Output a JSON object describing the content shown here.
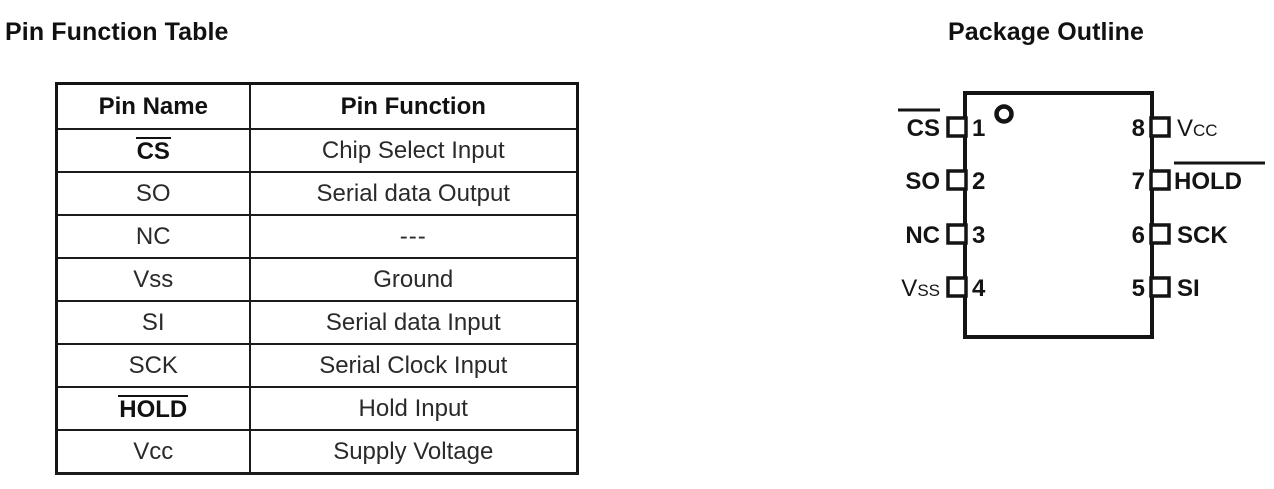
{
  "titles": {
    "pin_function_table": "Pin Function Table",
    "package_outline": "Package Outline"
  },
  "table": {
    "headers": {
      "pin_name": "Pin Name",
      "pin_function": "Pin Function"
    },
    "rows": [
      {
        "name": "CS",
        "overline": true,
        "bold": true,
        "function": "Chip Select Input"
      },
      {
        "name": "SO",
        "overline": false,
        "bold": false,
        "function": "Serial data Output"
      },
      {
        "name": "NC",
        "overline": false,
        "bold": false,
        "function": "---"
      },
      {
        "name": "Vss",
        "overline": false,
        "bold": false,
        "function": "Ground"
      },
      {
        "name": "SI",
        "overline": false,
        "bold": false,
        "function": "Serial data Input"
      },
      {
        "name": "SCK",
        "overline": false,
        "bold": false,
        "function": "Serial Clock Input"
      },
      {
        "name": "HOLD",
        "overline": true,
        "bold": true,
        "function": "Hold Input"
      },
      {
        "name": "Vcc",
        "overline": false,
        "bold": false,
        "function": "Supply Voltage"
      }
    ]
  },
  "package": {
    "pin1_marker": "pin1-dot-circle",
    "left_pins": [
      {
        "number": "1",
        "label": "CS",
        "label_prefix": "",
        "label_small": "",
        "overline": true
      },
      {
        "number": "2",
        "label": "SO",
        "label_prefix": "",
        "label_small": "",
        "overline": false
      },
      {
        "number": "3",
        "label": "NC",
        "label_prefix": "",
        "label_small": "",
        "overline": false
      },
      {
        "number": "4",
        "label": "Vss",
        "label_prefix": "V",
        "label_small": "SS",
        "overline": false
      }
    ],
    "right_pins": [
      {
        "number": "8",
        "label": "Vcc",
        "label_prefix": "V",
        "label_small": "CC",
        "overline": false
      },
      {
        "number": "7",
        "label": "HOLD",
        "label_prefix": "",
        "label_small": "",
        "overline": true
      },
      {
        "number": "6",
        "label": "SCK",
        "label_prefix": "",
        "label_small": "",
        "overline": false
      },
      {
        "number": "5",
        "label": "SI",
        "label_prefix": "",
        "label_small": "",
        "overline": false
      }
    ]
  },
  "colors": {
    "ink": "#141414",
    "text": "#2a2a2a",
    "background": "#ffffff"
  }
}
